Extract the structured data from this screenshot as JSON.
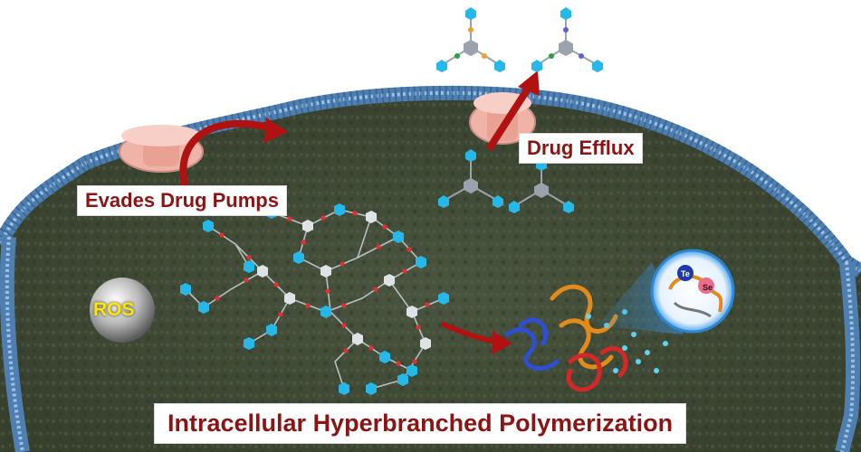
{
  "labels": {
    "evades_drug_pumps": "Evades Drug Pumps",
    "drug_efflux": "Drug Efflux",
    "ros": "ROS",
    "title": "Intracellular Hyperbranched Polymerization",
    "te": "Te",
    "se": "Se"
  },
  "colors": {
    "cytoplasm": "#3f4a33",
    "membrane": "#4f7fb0",
    "label_text": "#8b1414",
    "arrow": "#b01212",
    "pump": "#f0b3a8",
    "monomer_node": "#25b8e8",
    "core_node": "#9aa3ab",
    "link_red": "#e23030",
    "ros_text": "#ffe600",
    "protein_blue": "#2e4fd0",
    "protein_orange": "#e38a1c",
    "protein_red": "#d42828"
  }
}
